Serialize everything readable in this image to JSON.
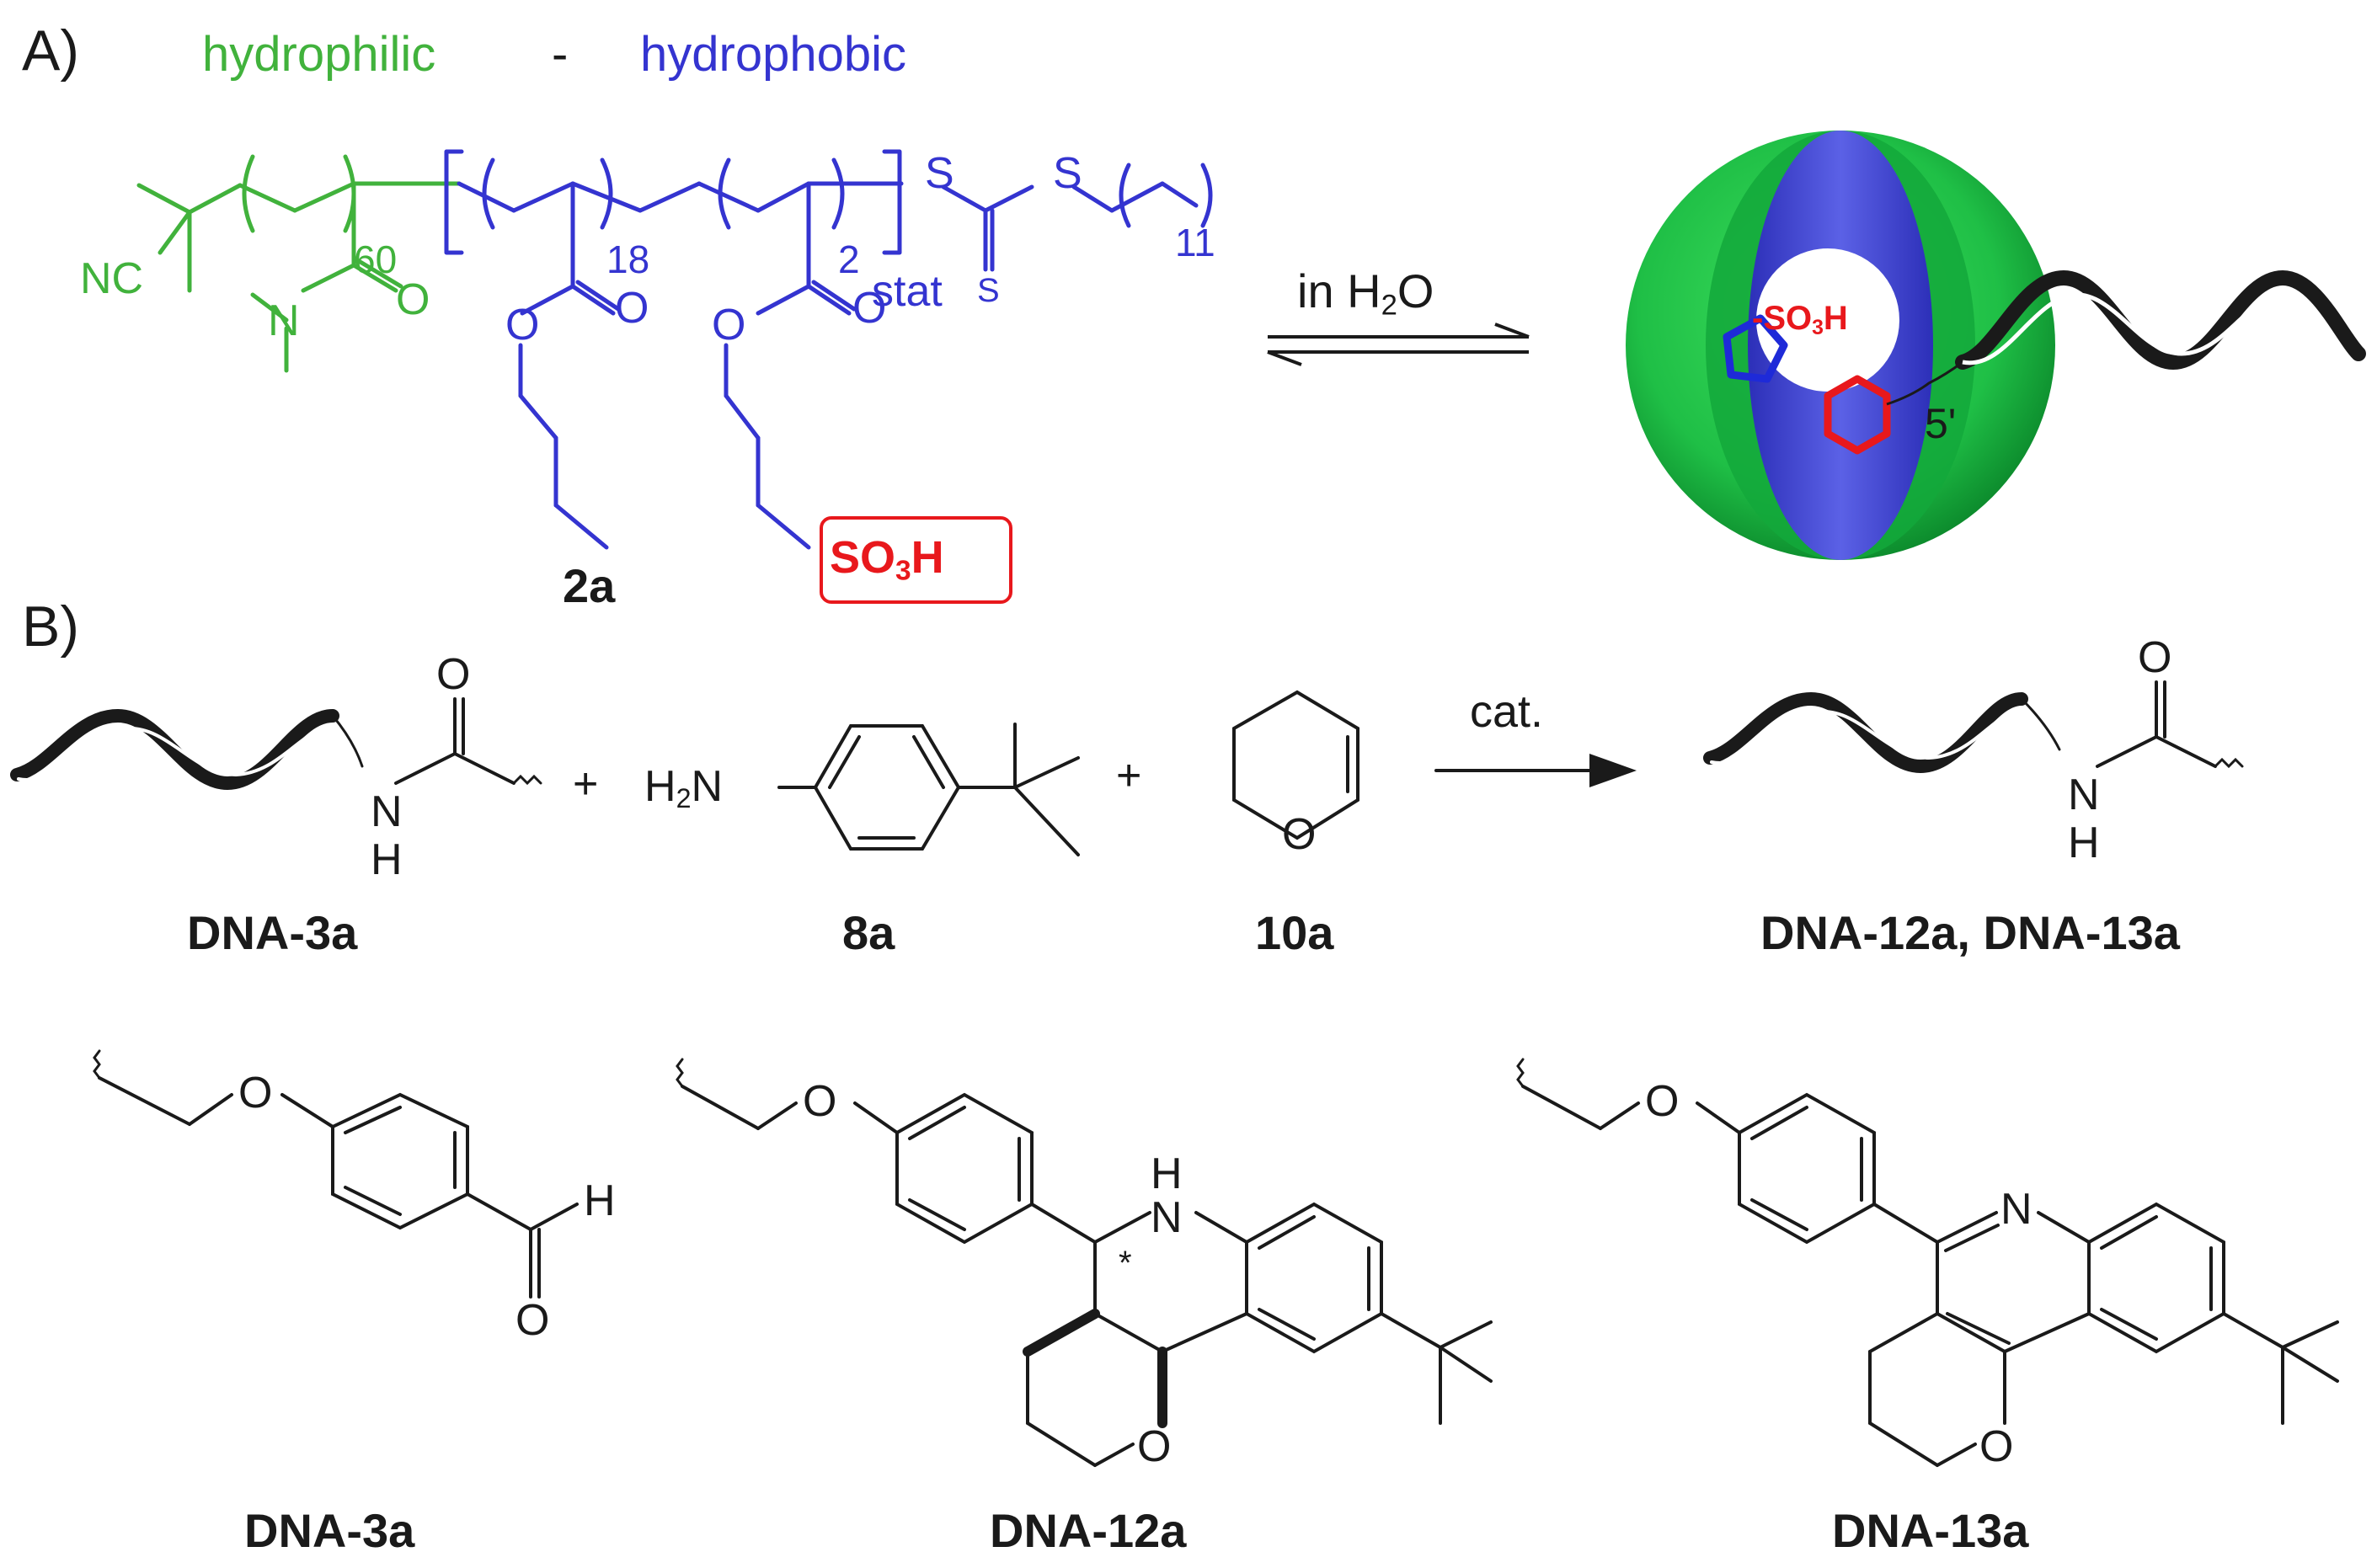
{
  "panels": {
    "a": "A)",
    "b": "B)"
  },
  "header": {
    "hydrophilic": "hydrophilic",
    "separator": "-",
    "hydrophobic": "hydrophobic"
  },
  "polymer": {
    "nitrile": "NC",
    "repeat_dma": "60",
    "repeat_butyl": "18",
    "repeat_sulfo": "2",
    "stat": "stat",
    "sulfur": "S",
    "alkyl_repeat": "11",
    "oxygen": "O",
    "nitrogen": "N",
    "acid": "SO",
    "acid_sub": "3",
    "acid_h": "H",
    "label": "2a"
  },
  "equilibrium": {
    "condition": "in H",
    "condition_sub": "2",
    "condition_tail": "O"
  },
  "micelle": {
    "acid_group": "-SO",
    "acid_sub": "3",
    "acid_h": "H",
    "end_label": "5'"
  },
  "reaction": {
    "plus": "+",
    "catalyst": "cat.",
    "amine_h": "H",
    "amine_sub": "2",
    "amine_n": "N",
    "nitrogen": "N",
    "hydrogen": "H",
    "oxygen": "O",
    "labels": {
      "dna_3a": "DNA-3a",
      "amine": "8a",
      "enol_ether": "10a",
      "products": "DNA-12a, DNA-13a"
    }
  },
  "structures": {
    "aldehyde_h": "H",
    "oxygen": "O",
    "nh": "H",
    "n": "N",
    "stereo_mark": "*",
    "labels": {
      "dna_3a": "DNA-3a",
      "dna_12a": "DNA-12a",
      "dna_13a": "DNA-13a"
    }
  },
  "colors": {
    "hydrophilic": "#41b23c",
    "hydrophobic": "#3434d0",
    "acid": "#e8181c",
    "micelle_outer": "#1fc04a",
    "micelle_inner": "#4a4fd6",
    "bond": "#1a1a1a"
  }
}
